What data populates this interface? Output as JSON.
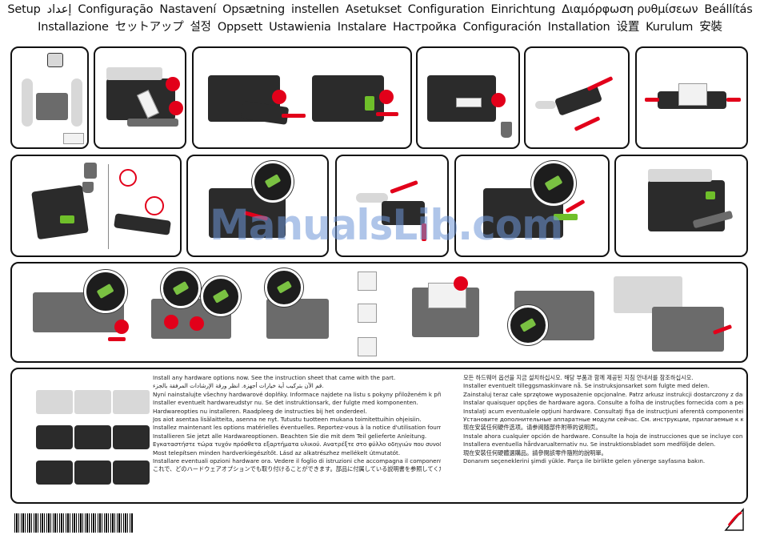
{
  "header": {
    "line1": [
      "Setup",
      "إعداد",
      "Configuração",
      "Nastavení",
      "Opsætning",
      "instellen",
      "Asetukset",
      "Configuration",
      "Einrichtung",
      "Διαμόρφωση ρυθμίσεων",
      "Beállítás"
    ],
    "line2": [
      "Installazione",
      "セットアップ",
      "설정",
      "Oppsett",
      "Ustawienia",
      "Instalare",
      "Настройка",
      "Configuración",
      "Installation",
      "设置",
      "Kurulum",
      "安裝"
    ]
  },
  "watermark": "ManualsLib.com",
  "instructions": {
    "left": [
      "Install any hardware options now. See the instruction sheet that came with the part.",
      "قم الآن بتركيب أية خيارات أجهزة. انظر ورقة الإرشادات المرفقة بالجزء.",
      "Nyní nainstalujte všechny hardwarové doplňky. Informace najdete na listu s pokyny přiloženém k příslušnému doplňku.",
      "Installer eventuelt hardwareudstyr nu. Se det instruktionsark, der fulgte med komponenten.",
      "Hardwareopties nu installeren. Raadpleeg de instructies bij het onderdeel.",
      "Jos aiot asentaa lisälaitteita, asenna ne nyt. Tutustu tuotteen mukana toimitettuihin ohjeisiin.",
      "Installez maintenant les options matérielles éventuelles. Reportez-vous à la notice d'utilisation fournie avec la pièce.",
      "Installieren Sie jetzt alle Hardwareoptionen. Beachten Sie die mit dem Teil gelieferte Anleitung.",
      "Εγκαταστήστε τώρα τυχόν πρόσθετα εξαρτήματα υλικού. Ανατρέξτε στο φύλλο οδηγιών που συνοδεύει το εξάρτημα.",
      "Most telepítsen minden hardverkiegészítőt. Lásd az alkatrészhez mellékelt útmutatót.",
      "Installare eventuali opzioni hardware ora. Vedere il foglio di istruzioni che accompagna il componente.",
      "これで、どのハードウェアオプションでも取り付けることができます。部品に付属している説明書を参照してください。"
    ],
    "right": [
      "모든 하드웨어 옵션을 지금 설치하십시오. 해당 부품과 함께 제공된 지침 안내서를 참조하십시오.",
      "Installer eventuelt tilleggsmaskinvare nå. Se instruksjonsarket som fulgte med delen.",
      "Zainstaluj teraz całe sprzętowe wyposażenie opcjonalne. Patrz arkusz instrukcji dostarczony z danym elementem.",
      "Instalar quaisquer opções de hardware agora. Consulte a folha de instruções fornecida com a peça.",
      "Instalaţi acum eventualele opţiuni hardware. Consultaţi fişa de instrucţiuni aferentă componentei.",
      "Установите дополнительные аппаратные модули сейчас. См. инструкции, прилагаемые к компоненту.",
      "现在安装任何硬件选项。请参阅随部件附带的说明页。",
      "Instale ahora cualquier opción de hardware. Consulte la hoja de instrucciones que se incluye con el componente.",
      "Installera eventuella hårdvarualternativ nu. Se instruktionsbladet som medföljde delen.",
      "現在安裝任何硬體選購品。請參閱該零件隨附的說明單。",
      "Donanım seçeneklerini şimdi yükle. Parça ile birlikte gelen yönerge sayfasına bakın."
    ]
  },
  "colors": {
    "accent_red": "#e2001a",
    "accent_green": "#6fbf2a",
    "watermark": "#6e96d7"
  }
}
